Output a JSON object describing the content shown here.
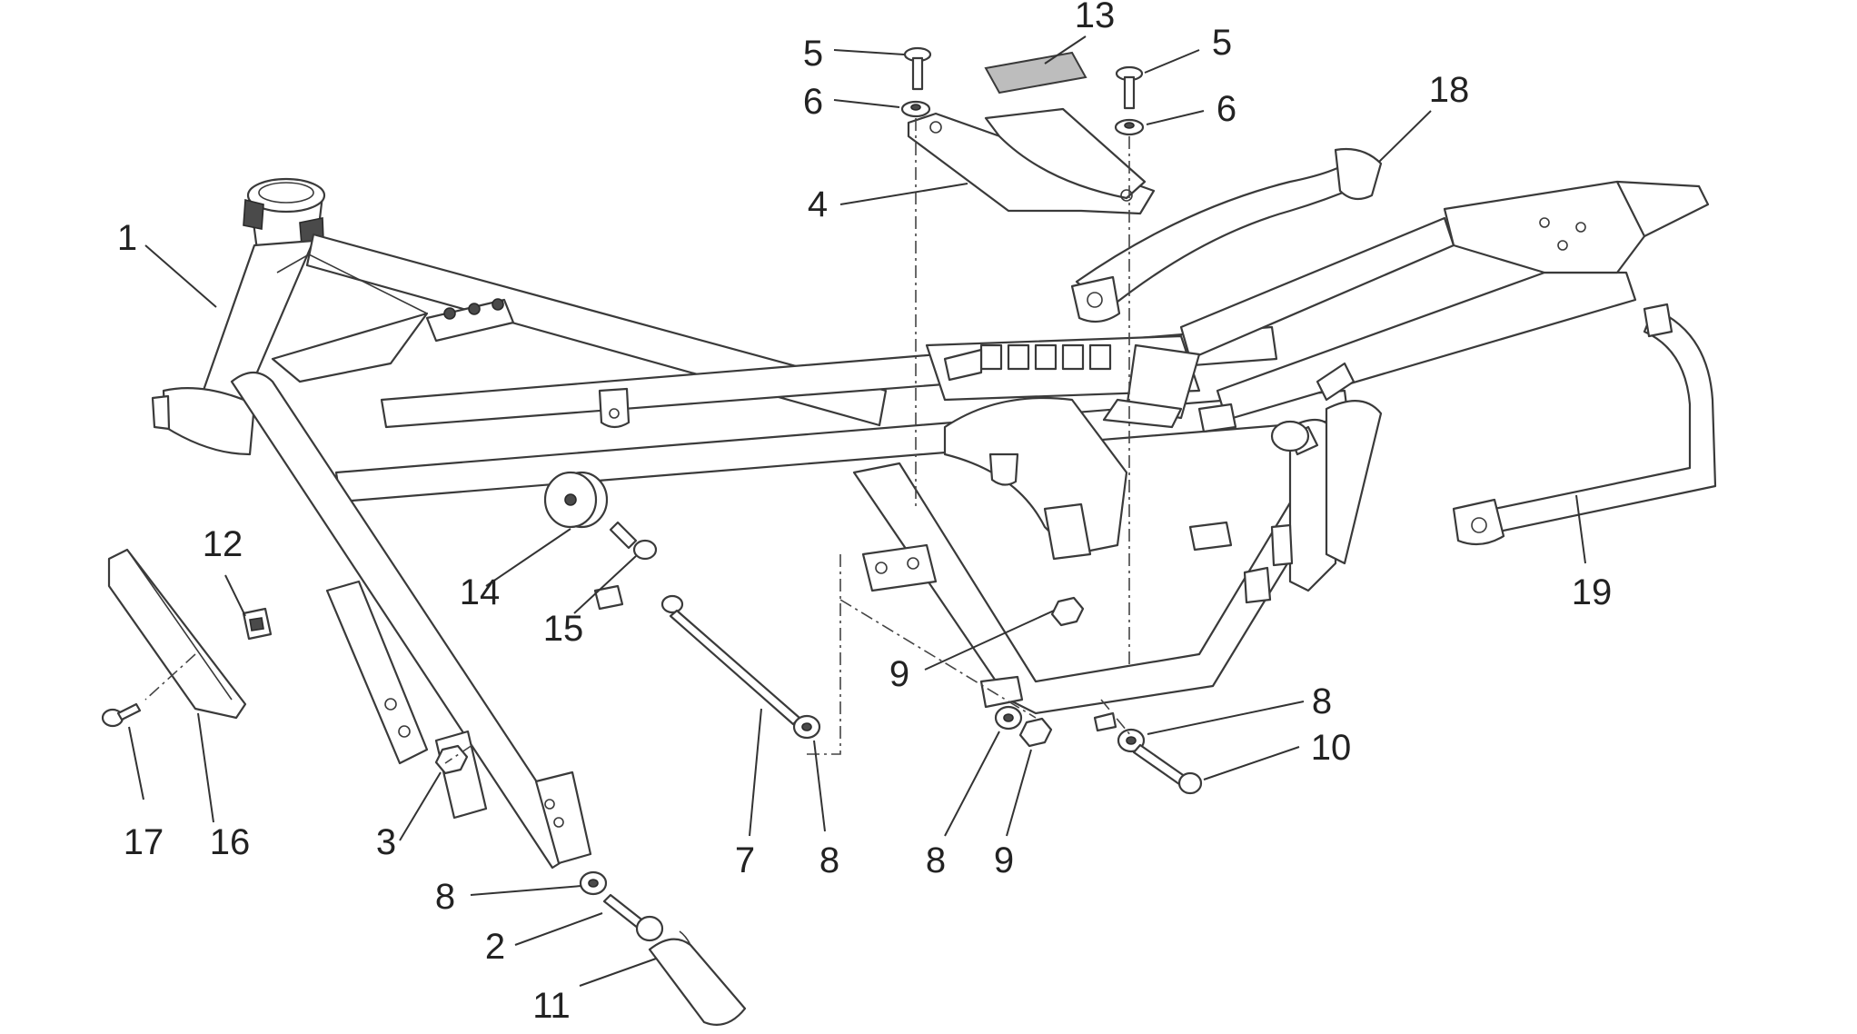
{
  "callouts": [
    {
      "id": "c1",
      "text": "1"
    },
    {
      "id": "c2",
      "text": "2"
    },
    {
      "id": "c3",
      "text": "3"
    },
    {
      "id": "c4",
      "text": "4"
    },
    {
      "id": "c5a",
      "text": "5"
    },
    {
      "id": "c5b",
      "text": "5"
    },
    {
      "id": "c6a",
      "text": "6"
    },
    {
      "id": "c6b",
      "text": "6"
    },
    {
      "id": "c7",
      "text": "7"
    },
    {
      "id": "c8a",
      "text": "8"
    },
    {
      "id": "c8b",
      "text": "8"
    },
    {
      "id": "c8c",
      "text": "8"
    },
    {
      "id": "c8d",
      "text": "8"
    },
    {
      "id": "c9a",
      "text": "9"
    },
    {
      "id": "c9b",
      "text": "9"
    },
    {
      "id": "c10",
      "text": "10"
    },
    {
      "id": "c11",
      "text": "11"
    },
    {
      "id": "c12",
      "text": "12"
    },
    {
      "id": "c13",
      "text": "13"
    },
    {
      "id": "c14",
      "text": "14"
    },
    {
      "id": "c15",
      "text": "15"
    },
    {
      "id": "c16",
      "text": "16"
    },
    {
      "id": "c17",
      "text": "17"
    },
    {
      "id": "c18",
      "text": "18"
    },
    {
      "id": "c19",
      "text": "19"
    }
  ],
  "colors": {
    "line": "#3a3a3a",
    "background": "#ffffff",
    "text": "#222222"
  }
}
